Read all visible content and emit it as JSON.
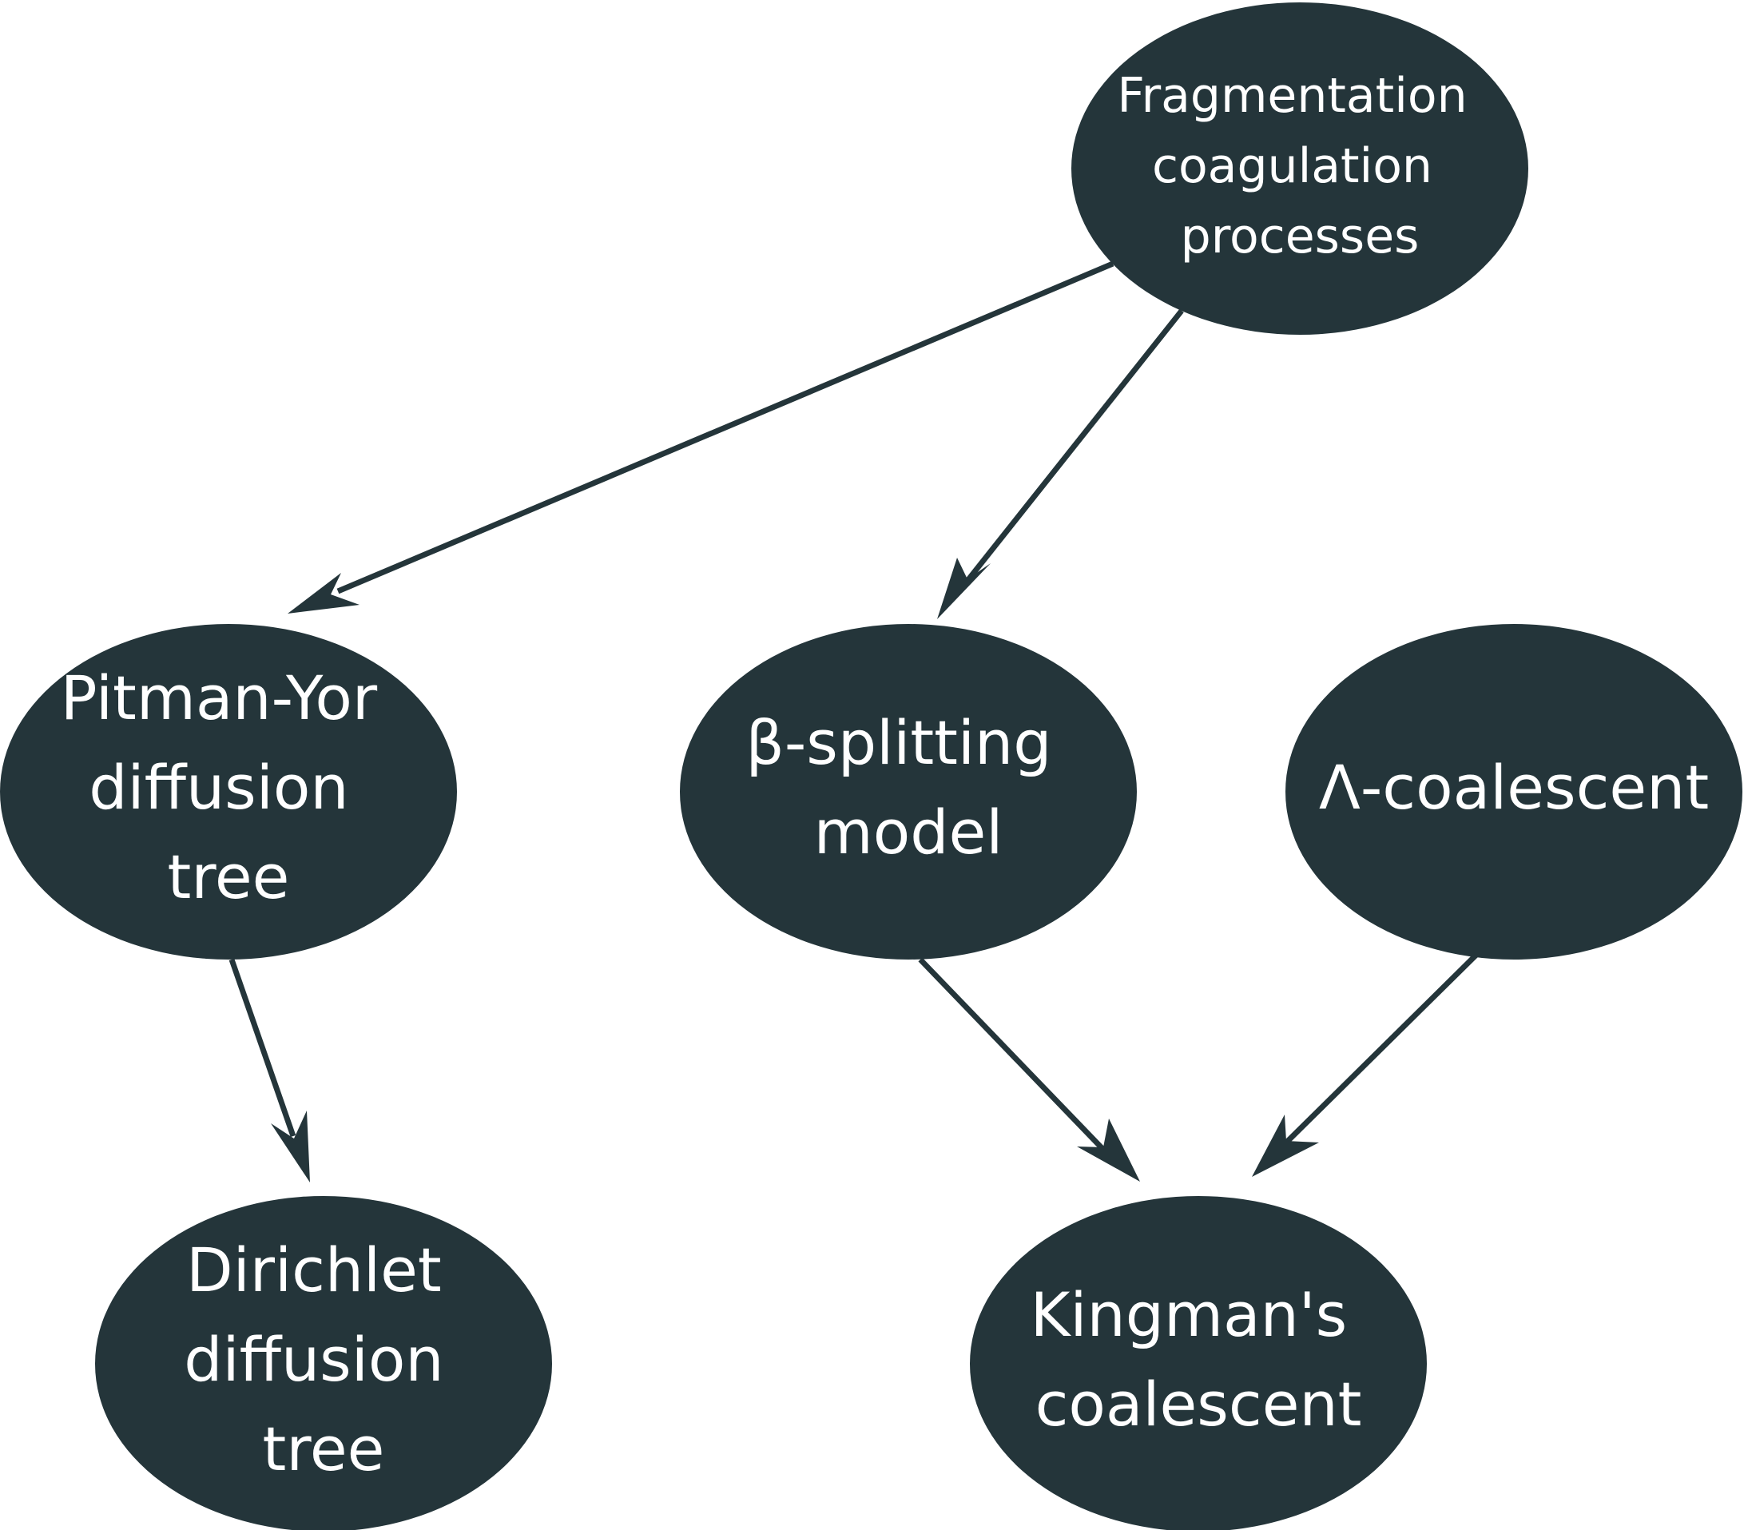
{
  "colors": {
    "node_fill": "#24353a",
    "edge_stroke": "#24353a",
    "label_text": "#ffffff"
  },
  "nodes": {
    "fragmentation": {
      "lines": [
        "Fragmentation",
        "coagulation",
        "processes"
      ]
    },
    "pitman_yor": {
      "lines": [
        "Pitman-Yor",
        "diffusion",
        "tree"
      ]
    },
    "beta_splitting": {
      "lines": [
        "β-splitting",
        "model"
      ]
    },
    "lambda_coalescent": {
      "lines": [
        "Λ-coalescent"
      ]
    },
    "dirichlet": {
      "lines": [
        "Dirichlet",
        "diffusion",
        "tree"
      ]
    },
    "kingman": {
      "lines": [
        "Kingman's",
        "coalescent"
      ]
    }
  },
  "edges": [
    {
      "from": "fragmentation",
      "to": "pitman_yor"
    },
    {
      "from": "fragmentation",
      "to": "beta_splitting"
    },
    {
      "from": "pitman_yor",
      "to": "dirichlet"
    },
    {
      "from": "beta_splitting",
      "to": "kingman"
    },
    {
      "from": "lambda_coalescent",
      "to": "kingman"
    }
  ]
}
